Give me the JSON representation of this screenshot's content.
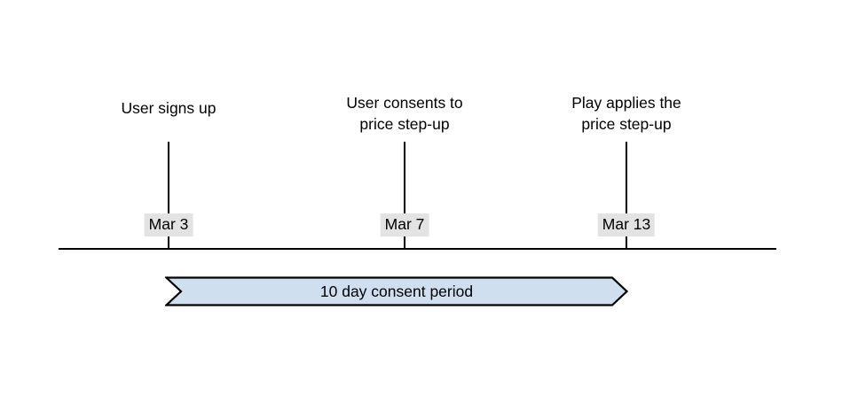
{
  "diagram": {
    "type": "timeline",
    "title_visible": false,
    "colors": {
      "axis": "#000000",
      "tick": "#000000",
      "date_chip_background": "#e3e3e3",
      "banner_fill": "#cfdff0",
      "banner_stroke": "#000000",
      "text": "#000000",
      "page_background": "#ffffff"
    },
    "axis": {
      "name": "timeline-axis"
    },
    "milestones": [
      {
        "caption": "User signs up",
        "date_label": "Mar 3"
      },
      {
        "caption": "User consents to\nprice step-up",
        "date_label": "Mar 7"
      },
      {
        "caption": "Play applies the\nprice step-up",
        "date_label": "Mar 13"
      }
    ],
    "period_banner": {
      "label": "10 day consent period",
      "from_date": "Mar 3",
      "to_date": "Mar 13",
      "duration_days": 10
    }
  }
}
